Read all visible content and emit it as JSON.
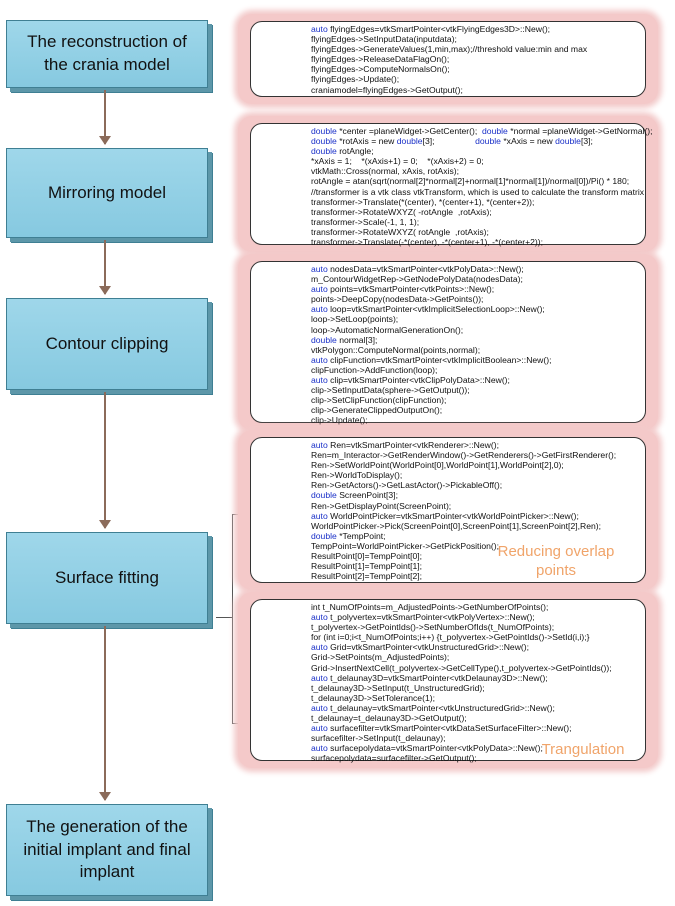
{
  "steps": [
    {
      "label": "The reconstruction of the crania model"
    },
    {
      "label": "Mirroring model"
    },
    {
      "label": "Contour clipping"
    },
    {
      "label": "Surface fitting"
    },
    {
      "label": "The generation of the initial implant and final implant"
    }
  ],
  "panels": [
    {
      "lines": [
        "auto flyingEdges=vtkSmartPointer<vtkFlyingEdges3D>::New();",
        "flyingEdges->SetInputData(inputdata);",
        "flyingEdges->GenerateValues(1,min,max);//threshold value:min and max",
        "flyingEdges->ReleaseDataFlagOn();",
        "flyingEdges->ComputeNormalsOn();",
        "flyingEdges->Update();",
        "craniamodel=flyingEdges->GetOutput();"
      ]
    },
    {
      "lines": [
        "double *center =planeWidget->GetCenter();  double *normal =planeWidget->GetNormal();",
        "double *rotAxis = new double[3];                 double *xAxis = new double[3];",
        "double rotAngle;",
        "*xAxis = 1;    *(xAxis+1) = 0;    *(xAxis+2) = 0;",
        "vtkMath::Cross(normal, xAxis, rotAxis);",
        "rotAngle = atan(sqrt(normal[2]*normal[2]+normal[1]*normal[1])/normal[0])/Pi() * 180;",
        "//transformer is a vtk class vtkTransform, which is used to calculate the transform matrix",
        "transformer->Translate(*(center), *(center+1), *(center+2));",
        "transformer->RotateWXYZ( -rotAngle  ,rotAxis);",
        "transformer->Scale(-1, 1, 1);",
        "transformer->RotateWXYZ( rotAngle  ,rotAxis);",
        "transformer->Translate(-*(center), -*(center+1), -*(center+2));"
      ]
    },
    {
      "lines": [
        "auto nodesData=vtkSmartPointer<vtkPolyData>::New();",
        "m_ContourWidgetRep->GetNodePolyData(nodesData);",
        "auto points=vtkSmartPointer<vtkPoints>::New();",
        "points->DeepCopy(nodesData->GetPoints());",
        "auto loop=vtkSmartPointer<vtkImplicitSelectionLoop>::New();",
        "loop->SetLoop(points);",
        "loop->AutomaticNormalGenerationOn();",
        "double normal[3];",
        "vtkPolygon::ComputeNormal(points,normal);",
        "auto clipFunction=vtkSmartPointer<vtkImplicitBoolean>::New();",
        "clipFunction->AddFunction(loop);",
        "auto clip=vtkSmartPointer<vtkClipPolyData>::New();",
        "clip->SetInputData(sphere->GetOutput());",
        "clip->SetClipFunction(clipFunction);",
        "clip->GenerateClippedOutputOn();",
        "clip->Update();"
      ]
    },
    {
      "lines": [
        "auto Ren=vtkSmartPointer<vtkRenderer>::New();",
        "Ren=m_Interactor->GetRenderWindow()->GetRenderers()->GetFirstRenderer();",
        "Ren->SetWorldPoint(WorldPoint[0],WorldPoint[1],WorldPoint[2],0);",
        "Ren->WorldToDisplay();",
        "Ren->GetActors()->GetLastActor()->PickableOff();",
        "double ScreenPoint[3];",
        "Ren->GetDisplayPoint(ScreenPoint);",
        "auto WorldPointPicker=vtkSmartPointer<vtkWorldPointPicker>::New();",
        "WorldPointPicker->Pick(ScreenPoint[0],ScreenPoint[1],ScreenPoint[2],Ren);",
        "double *TempPoint;",
        "TempPoint=WorldPointPicker->GetPickPosition();",
        "ResultPoint[0]=TempPoint[0];",
        "ResultPoint[1]=TempPoint[1];",
        "ResultPoint[2]=TempPoint[2];"
      ],
      "note": "Reducing overlap points"
    },
    {
      "lines": [
        "int t_NumOfPoints=m_AdjustedPoints->GetNumberOfPoints();",
        "auto t_polyvertex=vtkSmartPointer<vtkPolyVertex>::New();",
        "t_polyvertex->GetPointIds()->SetNumberOfIds(t_NumOfPoints);",
        "for (int i=0;i<t_NumOfPoints;i++) {t_polyvertex->GetPointIds()->SetId(i,i);}",
        "auto Grid=vtkSmartPointer<vtkUnstructuredGrid>::New();",
        "Grid->SetPoints(m_AdjustedPoints);",
        "Grid->InsertNextCell(t_polyvertex->GetCellType(),t_polyvertex->GetPointIds());",
        "auto t_delaunay3D=vtkSmartPointer<vtkDelaunay3D>::New();",
        "t_delaunay3D->SetInput(t_UnstructuredGrid);",
        "t_delaunay3D->SetTolerance(1);",
        "auto t_delaunay=vtkSmartPointer<vtkUnstructuredGrid>::New();",
        "t_delaunay=t_delaunay3D->GetOutput();",
        "auto surfacefilter=vtkSmartPointer<vtkDataSetSurfaceFilter>::New();",
        "surfacefilter->SetInput(t_delaunay);",
        "auto surfacepolydata=vtkSmartPointer<vtkPolyData>::New();",
        "surfacepolydata=surfacefilter->GetOutput();"
      ],
      "note": "Trangulation"
    }
  ],
  "colors": {
    "step_fill": "#9fd7ea",
    "panel_glow": "#f4c9c9",
    "keyword": "#1a30c8",
    "note": "#f0a46a",
    "arrow": "#8b6b5a"
  }
}
